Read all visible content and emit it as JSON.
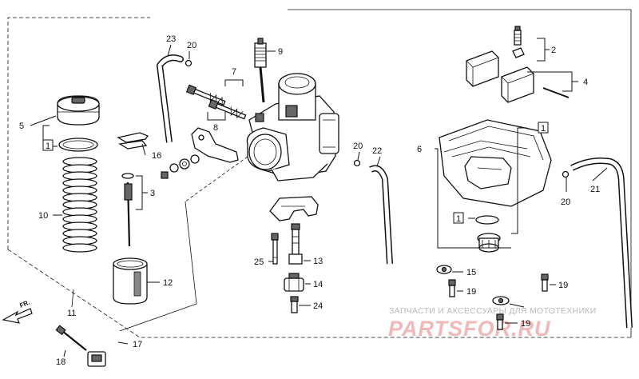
{
  "callouts": [
    "1",
    "2",
    "3",
    "4",
    "5",
    "6",
    "7",
    "8",
    "9",
    "10",
    "11",
    "12",
    "13",
    "14",
    "15",
    "16",
    "17",
    "18",
    "19",
    "20",
    "21",
    "22",
    "23",
    "24",
    "25"
  ],
  "labels": {
    "l2": "2",
    "l4": "4",
    "l5": "5",
    "l6": "6",
    "l7": "7",
    "l8": "8",
    "l9": "9",
    "l3": "3",
    "l10": "10",
    "l11": "11",
    "l12": "12",
    "l13": "13",
    "l14": "14",
    "l15": "15",
    "l16": "16",
    "l17": "17",
    "l18": "18",
    "l19a": "19",
    "l19b": "19",
    "l19c": "19",
    "l20a": "20",
    "l20b": "20",
    "l20c": "20",
    "l21": "21",
    "l22": "22",
    "l23": "23",
    "l24": "24",
    "l25": "25",
    "b1a": "1",
    "b1b": "1",
    "b1c": "1"
  },
  "front_marker": "FR.",
  "watermark": {
    "line1": "ЗАПЧАСТИ И АКСЕССУАРЫ ДЛЯ МОТОТЕХНИКИ",
    "line2": "PARTSFOR.RU"
  }
}
